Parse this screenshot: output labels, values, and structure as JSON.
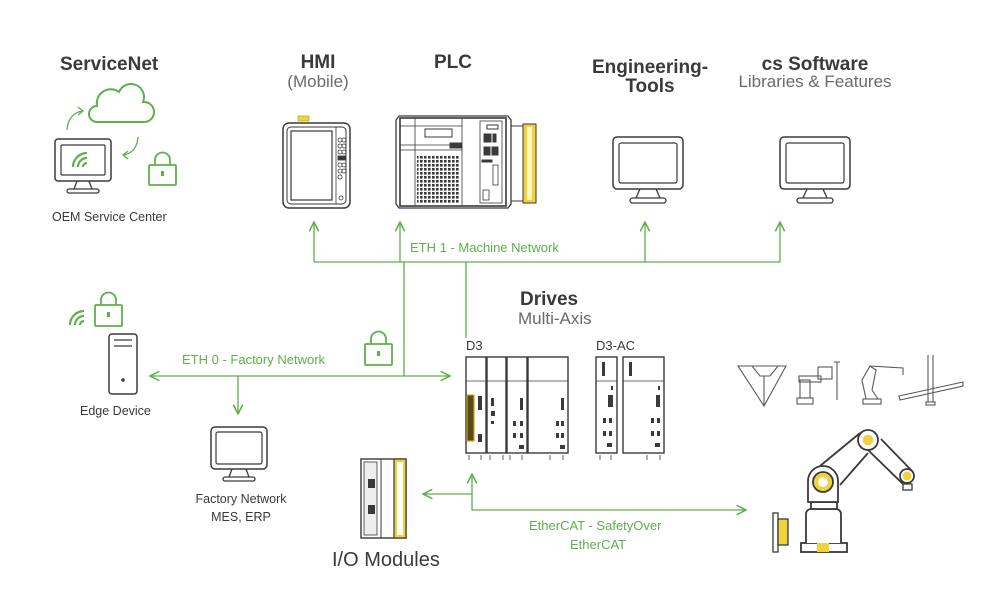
{
  "colors": {
    "network": "#5db04a",
    "device_stroke": "#3a3a3a",
    "accent_yellow": "#f2d23b"
  },
  "servicenet": {
    "title": "ServiceNet",
    "caption": "OEM Service Center"
  },
  "hmi": {
    "title": "HMI",
    "subtitle": "(Mobile)"
  },
  "plc": {
    "title": "PLC"
  },
  "engineering": {
    "title_line1": "Engineering-",
    "title_line2": "Tools"
  },
  "cs_software": {
    "title": "cs Software",
    "subtitle": "Libraries & Features"
  },
  "networks": {
    "eth1": "ETH 1 - Machine Network",
    "eth0": "ETH 0 - Factory Network",
    "ethercat_line1": "EtherCAT - SafetyOver",
    "ethercat_line2": "EtherCAT"
  },
  "edge": {
    "caption": "Edge Device"
  },
  "factory": {
    "caption_line1": "Factory Network",
    "caption_line2": "MES, ERP"
  },
  "drives": {
    "title": "Drives",
    "subtitle": "Multi-Axis",
    "group1": "D3",
    "group2": "D3-AC"
  },
  "io": {
    "title": "I/O Modules"
  }
}
